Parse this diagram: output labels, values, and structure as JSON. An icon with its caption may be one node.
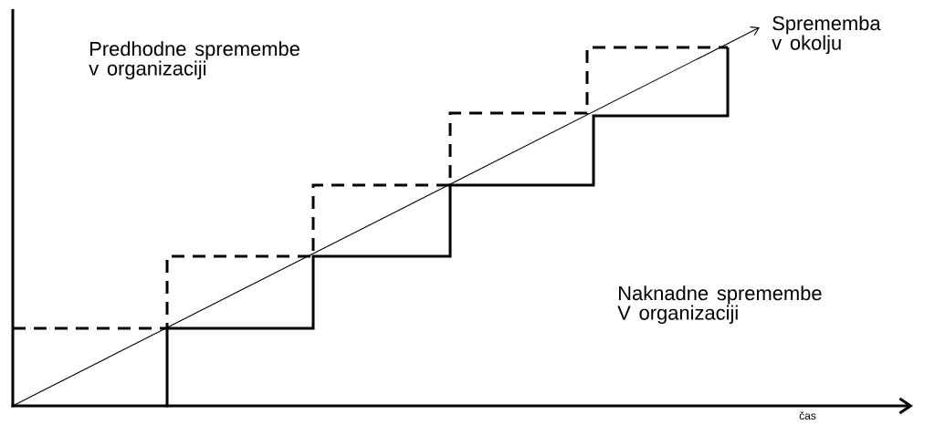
{
  "diagram": {
    "labels": [
      "Predhodne spremembe v organizaciji",
      "Sprememba v okolju",
      "Naknadne spremembe V organizaciji",
      "čas"
    ]
  }
}
